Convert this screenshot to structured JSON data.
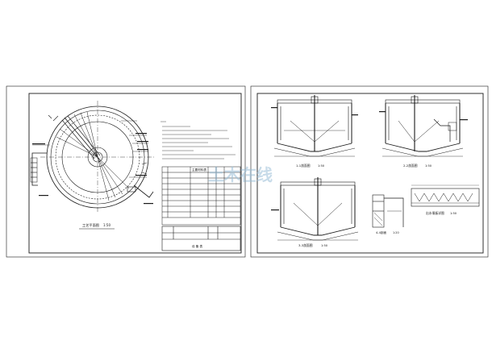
{
  "sheets": [
    {
      "plan_title": "工艺平面图",
      "plan_scale": "1:50",
      "table_header": "主要材料表",
      "table_footer": "设 备 表"
    },
    {
      "views": [
        {
          "title": "1-1剖面图",
          "scale": "1:50"
        },
        {
          "title": "2-2剖面图",
          "scale": "1:50"
        },
        {
          "title": "3-3剖面图",
          "scale": "1:50"
        },
        {
          "title": "4-4剖面",
          "scale": "1:20"
        },
        {
          "title": "出水堰板详图",
          "scale": "1:50"
        }
      ]
    }
  ],
  "watermark": "土木在线",
  "colors": {
    "line": "#1a1a1a",
    "watermark": "#9bbfd8"
  }
}
